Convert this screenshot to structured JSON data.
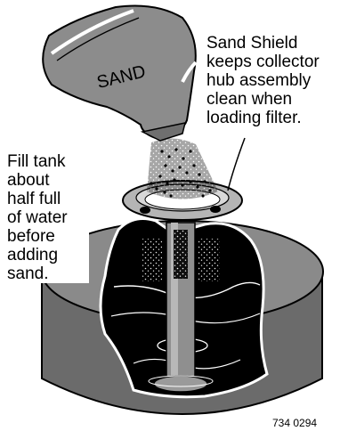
{
  "bag": {
    "label": "SAND"
  },
  "callouts": {
    "sand_shield": "Sand Shield\nkeeps collector\nhub assembly\nclean when\nloading filter.",
    "fill_tank": "Fill tank\nabout\nhalf full\nof water\nbefore\nadding\nsand."
  },
  "figure_number": "734 0294"
}
